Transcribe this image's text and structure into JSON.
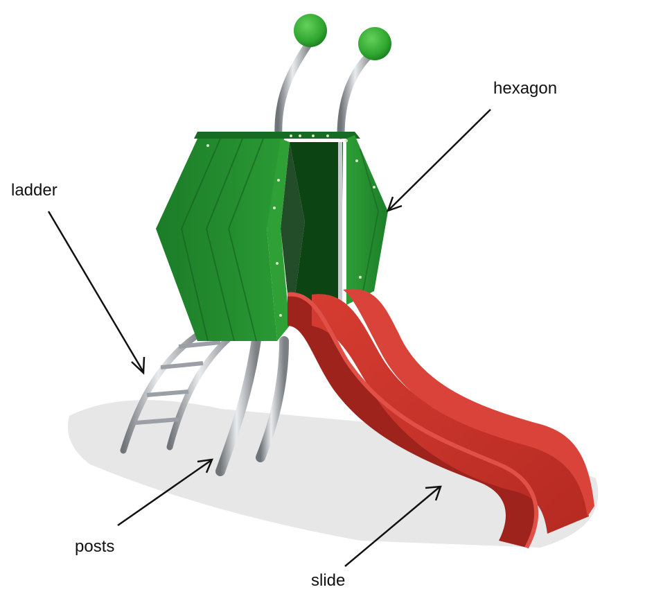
{
  "labels": {
    "hexagon": "hexagon",
    "ladder": "ladder",
    "posts": "posts",
    "slide": "slide"
  },
  "colors": {
    "cabin_green": "#1e8a2c",
    "cabin_green_light": "#3fae3f",
    "cabin_green_dark": "#0f5a18",
    "ball_green": "#36b33a",
    "slide_red": "#c8322a",
    "slide_red_dark": "#8f1d17",
    "steel": "#a9aeb2",
    "shadow": "#e4e4e4",
    "arrow": "#111111"
  }
}
